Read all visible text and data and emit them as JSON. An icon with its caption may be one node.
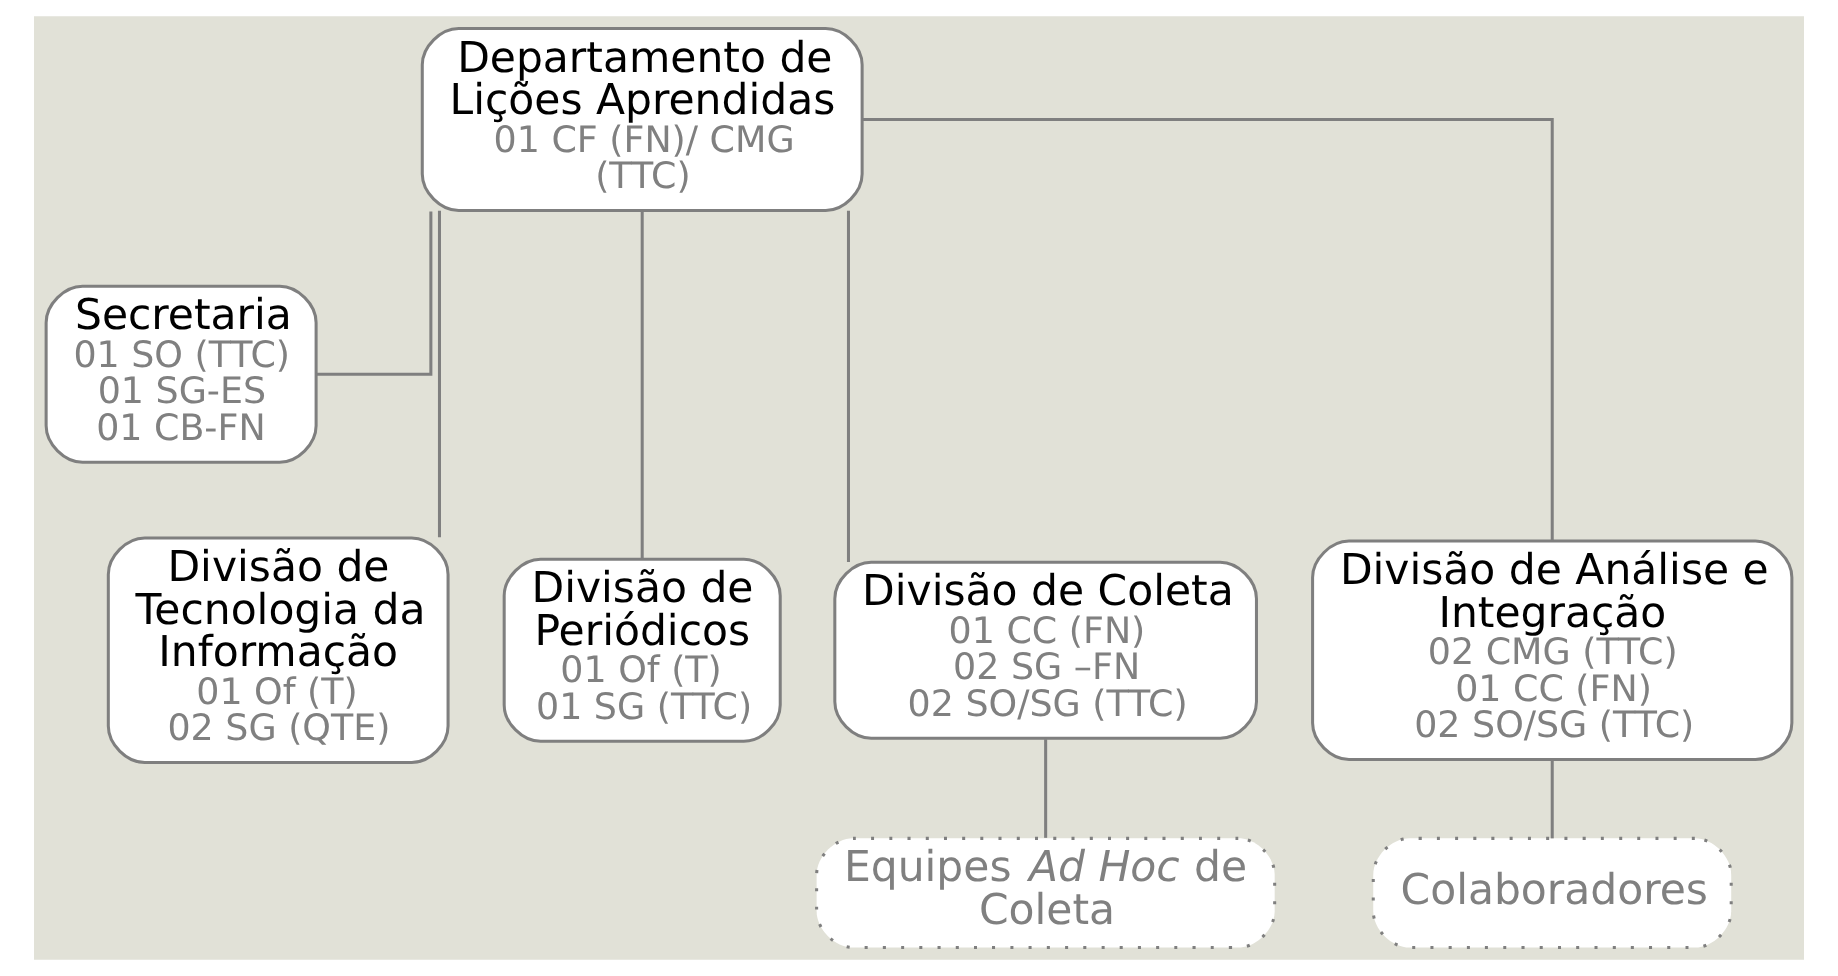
{
  "diagram": {
    "nodes": [
      {
        "text": [
          "Departamento de Lições Aprendidas",
          "01 CF (FN)/ CMG (TTC)"
        ]
      },
      {
        "text": [
          "Secretaria",
          "01 SO (TTC)",
          "01 SG-ES",
          "01 CB-FN"
        ]
      },
      {
        "text": [
          "Divisão de Tecnologia da Informação",
          "01 Of (T)",
          "02 SG (QTE)"
        ]
      },
      {
        "text": [
          "Divisão de Periódicos",
          "01 Of (T)",
          "01 SG (TTC)"
        ]
      },
      {
        "text": [
          "Divisão de Coleta",
          "01 CC (FN)",
          "02 SG –FN",
          "02 SO/SG (TTC)"
        ]
      },
      {
        "text": [
          "Divisão de Análise e Integração",
          "02 CMG (TTC)",
          "01 CC (FN)",
          "02 SO/SG (TTC)"
        ]
      },
      {
        "text": [
          "Equipes *Ad Hoc* de Coleta"
        ]
      },
      {
        "text": [
          "Colaboradores"
        ]
      }
    ],
    "edges": [
      {
        "from": 0,
        "to": 1,
        "arrow": "none"
      },
      {
        "from": 0,
        "to": 2,
        "arrow": "none"
      },
      {
        "from": 0,
        "to": 3,
        "arrow": "none"
      },
      {
        "from": 0,
        "to": 4,
        "arrow": "none"
      },
      {
        "from": 0,
        "to": 5,
        "arrow": "none"
      },
      {
        "from": 4,
        "to": 6,
        "arrow": "none"
      },
      {
        "from": 5,
        "to": 7,
        "arrow": "none"
      }
    ]
  }
}
